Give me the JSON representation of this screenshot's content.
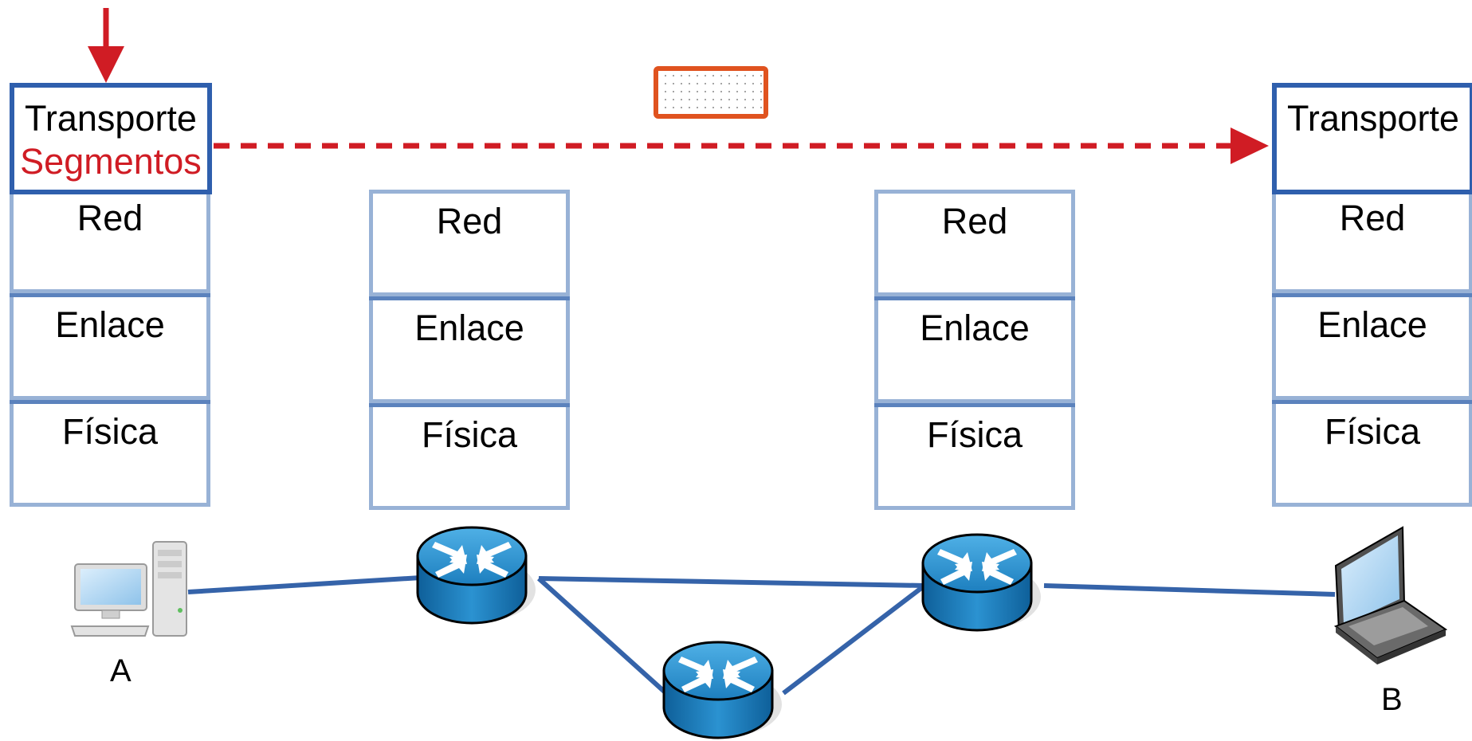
{
  "layers": {
    "transport": "Transporte",
    "segments": "Segmentos",
    "network": "Red",
    "link": "Enlace",
    "physical": "Física"
  },
  "hosts": {
    "a_label": "A",
    "b_label": "B"
  },
  "colors": {
    "stack_border": "#98b2d6",
    "transport_border": "#2f5fad",
    "segment_red": "#d01c24",
    "link_line": "#3563a9",
    "packet_orange": "#e0531f",
    "router_blue": "#1f82c0"
  },
  "icons": {
    "source_host": "desktop-computer-icon",
    "destination_host": "laptop-icon",
    "routers": "router-icon",
    "packet": "packet-icon"
  }
}
